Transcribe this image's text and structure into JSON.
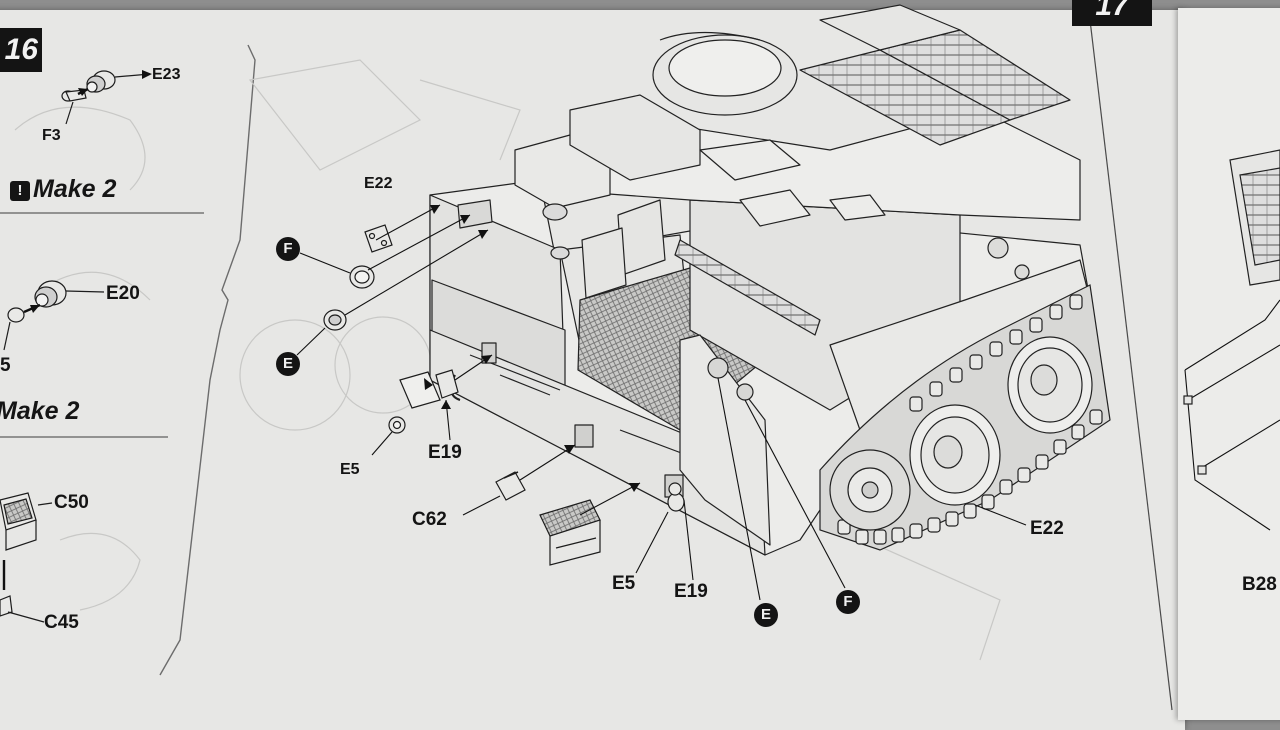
{
  "steps": {
    "left_step_number": "16",
    "right_step_number": "17"
  },
  "sub_assemblies": {
    "make_note_1": "Make 2",
    "make_note_2": "Make 2"
  },
  "part_labels": {
    "e23": "E23",
    "f3": "F3",
    "e20": "E20",
    "five_partial": "5",
    "c50": "C50",
    "c45": "C45",
    "e22_top": "E22",
    "e5_left": "E5",
    "e19_left": "E19",
    "c62": "C62",
    "e5_bottom": "E5",
    "e19_bottom": "E19",
    "e22_right": "E22",
    "b28_partial": "B28"
  },
  "callouts": {
    "f_top": "F",
    "e_left": "E",
    "e_bottom": "E",
    "f_bottom": "F"
  },
  "colors": {
    "paper": "#e7e7e5",
    "ink": "#141414",
    "line": "#2a2a2a"
  }
}
